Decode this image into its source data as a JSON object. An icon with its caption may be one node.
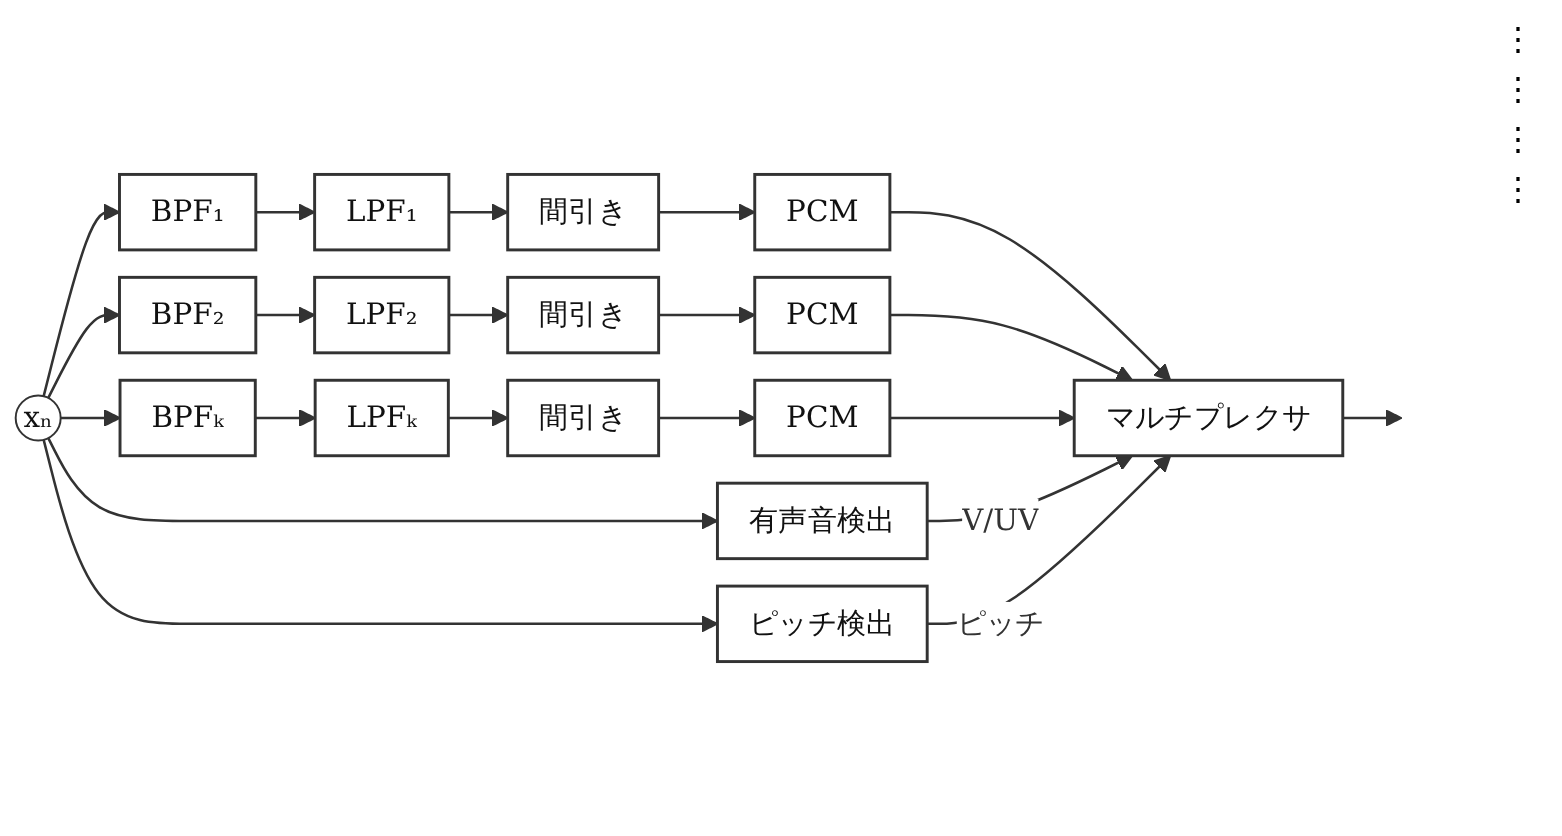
{
  "diagram": {
    "nodes": [
      {
        "text": [
          "xₙ"
        ]
      },
      {
        "text": [
          "BPF₁"
        ]
      },
      {
        "text": [
          "LPF₁"
        ]
      },
      {
        "text": [
          "間引き"
        ]
      },
      {
        "text": [
          "PCM"
        ]
      },
      {
        "text": [
          "BPF₂"
        ]
      },
      {
        "text": [
          "LPF₂"
        ]
      },
      {
        "text": [
          "間引き"
        ]
      },
      {
        "text": [
          "PCM"
        ]
      },
      {
        "text": [
          "BPFₖ"
        ]
      },
      {
        "text": [
          "LPFₖ"
        ]
      },
      {
        "text": [
          "間引き"
        ]
      },
      {
        "text": [
          "PCM"
        ]
      },
      {
        "text": [
          "マルチプレクサ"
        ]
      },
      {
        "text": [
          "有声音検出"
        ]
      },
      {
        "text": [
          "ピッチ検出"
        ]
      }
    ],
    "edges": [
      {
        "from": 0,
        "to": 1,
        "arrow": "to"
      },
      {
        "from": 1,
        "to": 2,
        "arrow": "to"
      },
      {
        "from": 2,
        "to": 3,
        "arrow": "to"
      },
      {
        "from": 3,
        "to": 4,
        "arrow": "to"
      },
      {
        "from": 4,
        "to": 13,
        "arrow": "to"
      },
      {
        "from": 0,
        "to": 5,
        "arrow": "to"
      },
      {
        "from": 5,
        "to": 6,
        "arrow": "to"
      },
      {
        "from": 6,
        "to": 7,
        "arrow": "to"
      },
      {
        "from": 7,
        "to": 8,
        "arrow": "to"
      },
      {
        "from": 8,
        "to": 13,
        "arrow": "to"
      },
      {
        "from": 0,
        "to": 9,
        "arrow": "to"
      },
      {
        "from": 9,
        "to": 10,
        "arrow": "to"
      },
      {
        "from": 10,
        "to": 11,
        "arrow": "to"
      },
      {
        "from": 11,
        "to": 12,
        "arrow": "to"
      },
      {
        "from": 12,
        "to": 13,
        "arrow": "to"
      },
      {
        "from": 0,
        "to": 14,
        "arrow": "to"
      },
      {
        "from": 14,
        "to": 13,
        "label": "V/UV",
        "arrow": "to"
      },
      {
        "from": 0,
        "to": 15,
        "arrow": "to"
      },
      {
        "from": 15,
        "to": 13,
        "label": "ピッチ",
        "arrow": "to"
      },
      {
        "from": 13,
        "to": null,
        "arrow": "to"
      }
    ],
    "labels": [
      "⋮",
      "⋮",
      "⋮",
      "⋮"
    ]
  }
}
